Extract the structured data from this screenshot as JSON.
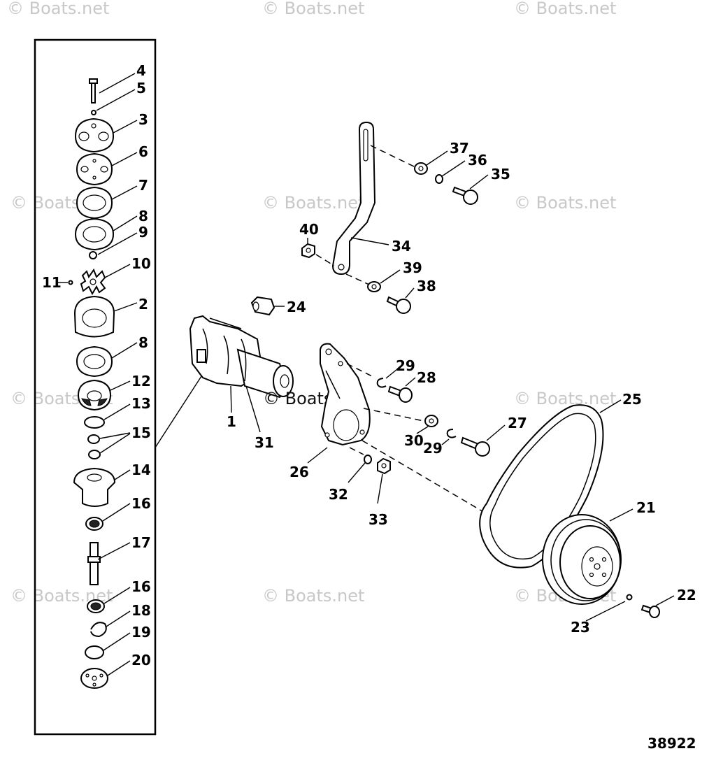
{
  "watermark": "© Boats.net",
  "drawing_number": "38922",
  "callouts": {
    "c1": "1",
    "c2a": "2",
    "c3": "3",
    "c4": "4",
    "c5": "5",
    "c6": "6",
    "c7": "7",
    "c8a": "8",
    "c8b": "8",
    "c9": "9",
    "c10": "10",
    "c11": "11",
    "c12": "12",
    "c13": "13",
    "c14": "14",
    "c15": "15",
    "c16a": "16",
    "c16b": "16",
    "c17": "17",
    "c18": "18",
    "c19": "19",
    "c20": "20",
    "c21": "21",
    "c22": "22",
    "c23": "23",
    "c24": "24",
    "c25": "25",
    "c26": "26",
    "c27": "27",
    "c28": "28",
    "c29a": "29",
    "c29b": "29",
    "c30": "30",
    "c31": "31",
    "c32": "32",
    "c33": "33",
    "c34": "34",
    "c35": "35",
    "c36": "36",
    "c37": "37",
    "c38": "38",
    "c39": "39",
    "c40": "40"
  }
}
